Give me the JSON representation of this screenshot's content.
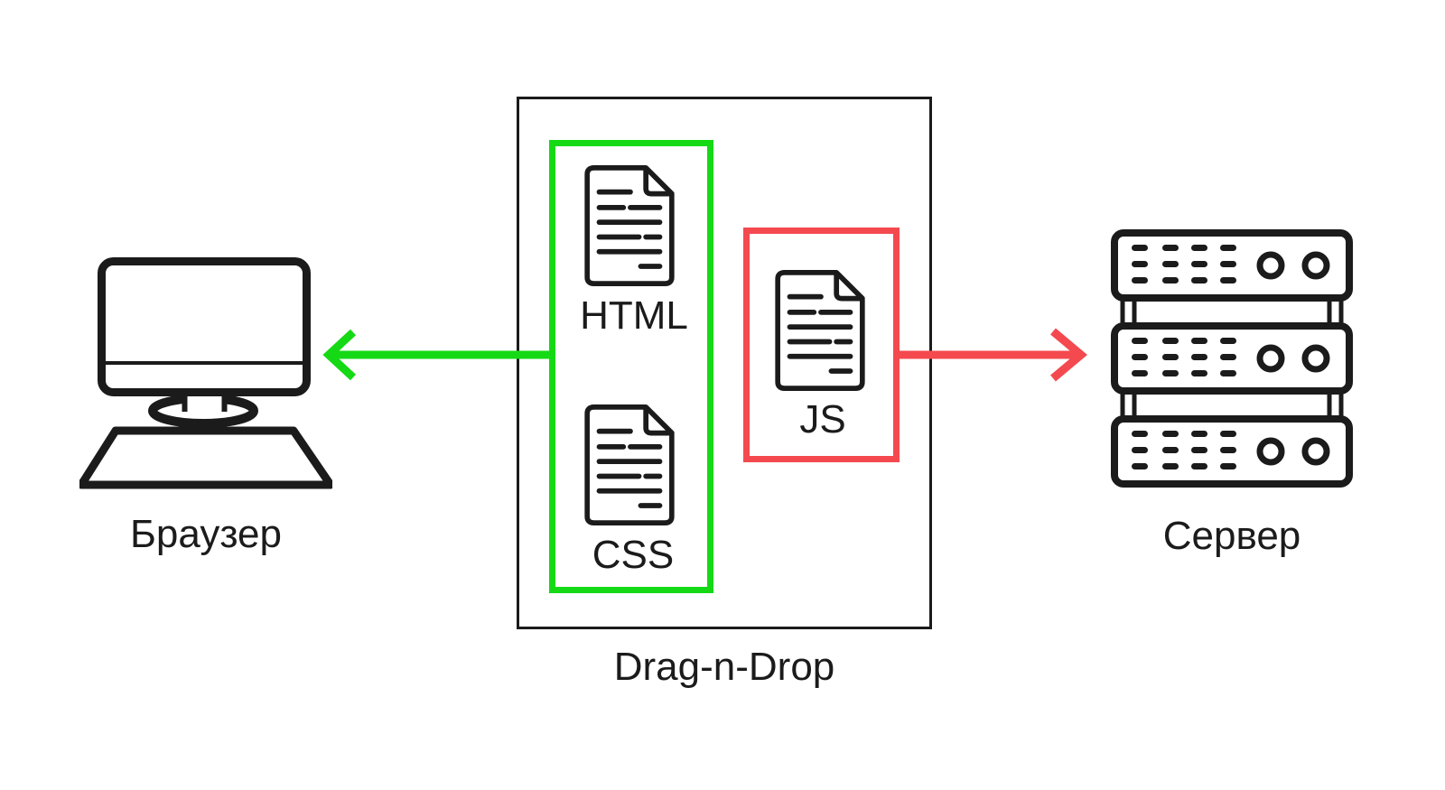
{
  "colors": {
    "ink": "#1b1b1b",
    "green": "#16d916",
    "red": "#f4494f",
    "white": "#ffffff"
  },
  "nodes": {
    "browser": {
      "label": "Браузер",
      "icon": "desktop-computer-icon"
    },
    "server": {
      "label": "Сервер",
      "icon": "server-rack-icon"
    },
    "dragdrop_zone": {
      "label": "Drag-n-Drop"
    },
    "html_file": {
      "label": "HTML",
      "icon": "document-icon"
    },
    "css_file": {
      "label": "CSS",
      "icon": "document-icon"
    },
    "js_file": {
      "label": "JS",
      "icon": "document-icon"
    }
  },
  "groups": {
    "client_files_group": {
      "color": "green",
      "contains": [
        "HTML",
        "CSS"
      ]
    },
    "upload_file_group": {
      "color": "red",
      "contains": [
        "JS"
      ]
    }
  },
  "arrows": {
    "to_browser": {
      "color": "green",
      "direction": "left"
    },
    "to_server": {
      "color": "red",
      "direction": "right"
    }
  }
}
